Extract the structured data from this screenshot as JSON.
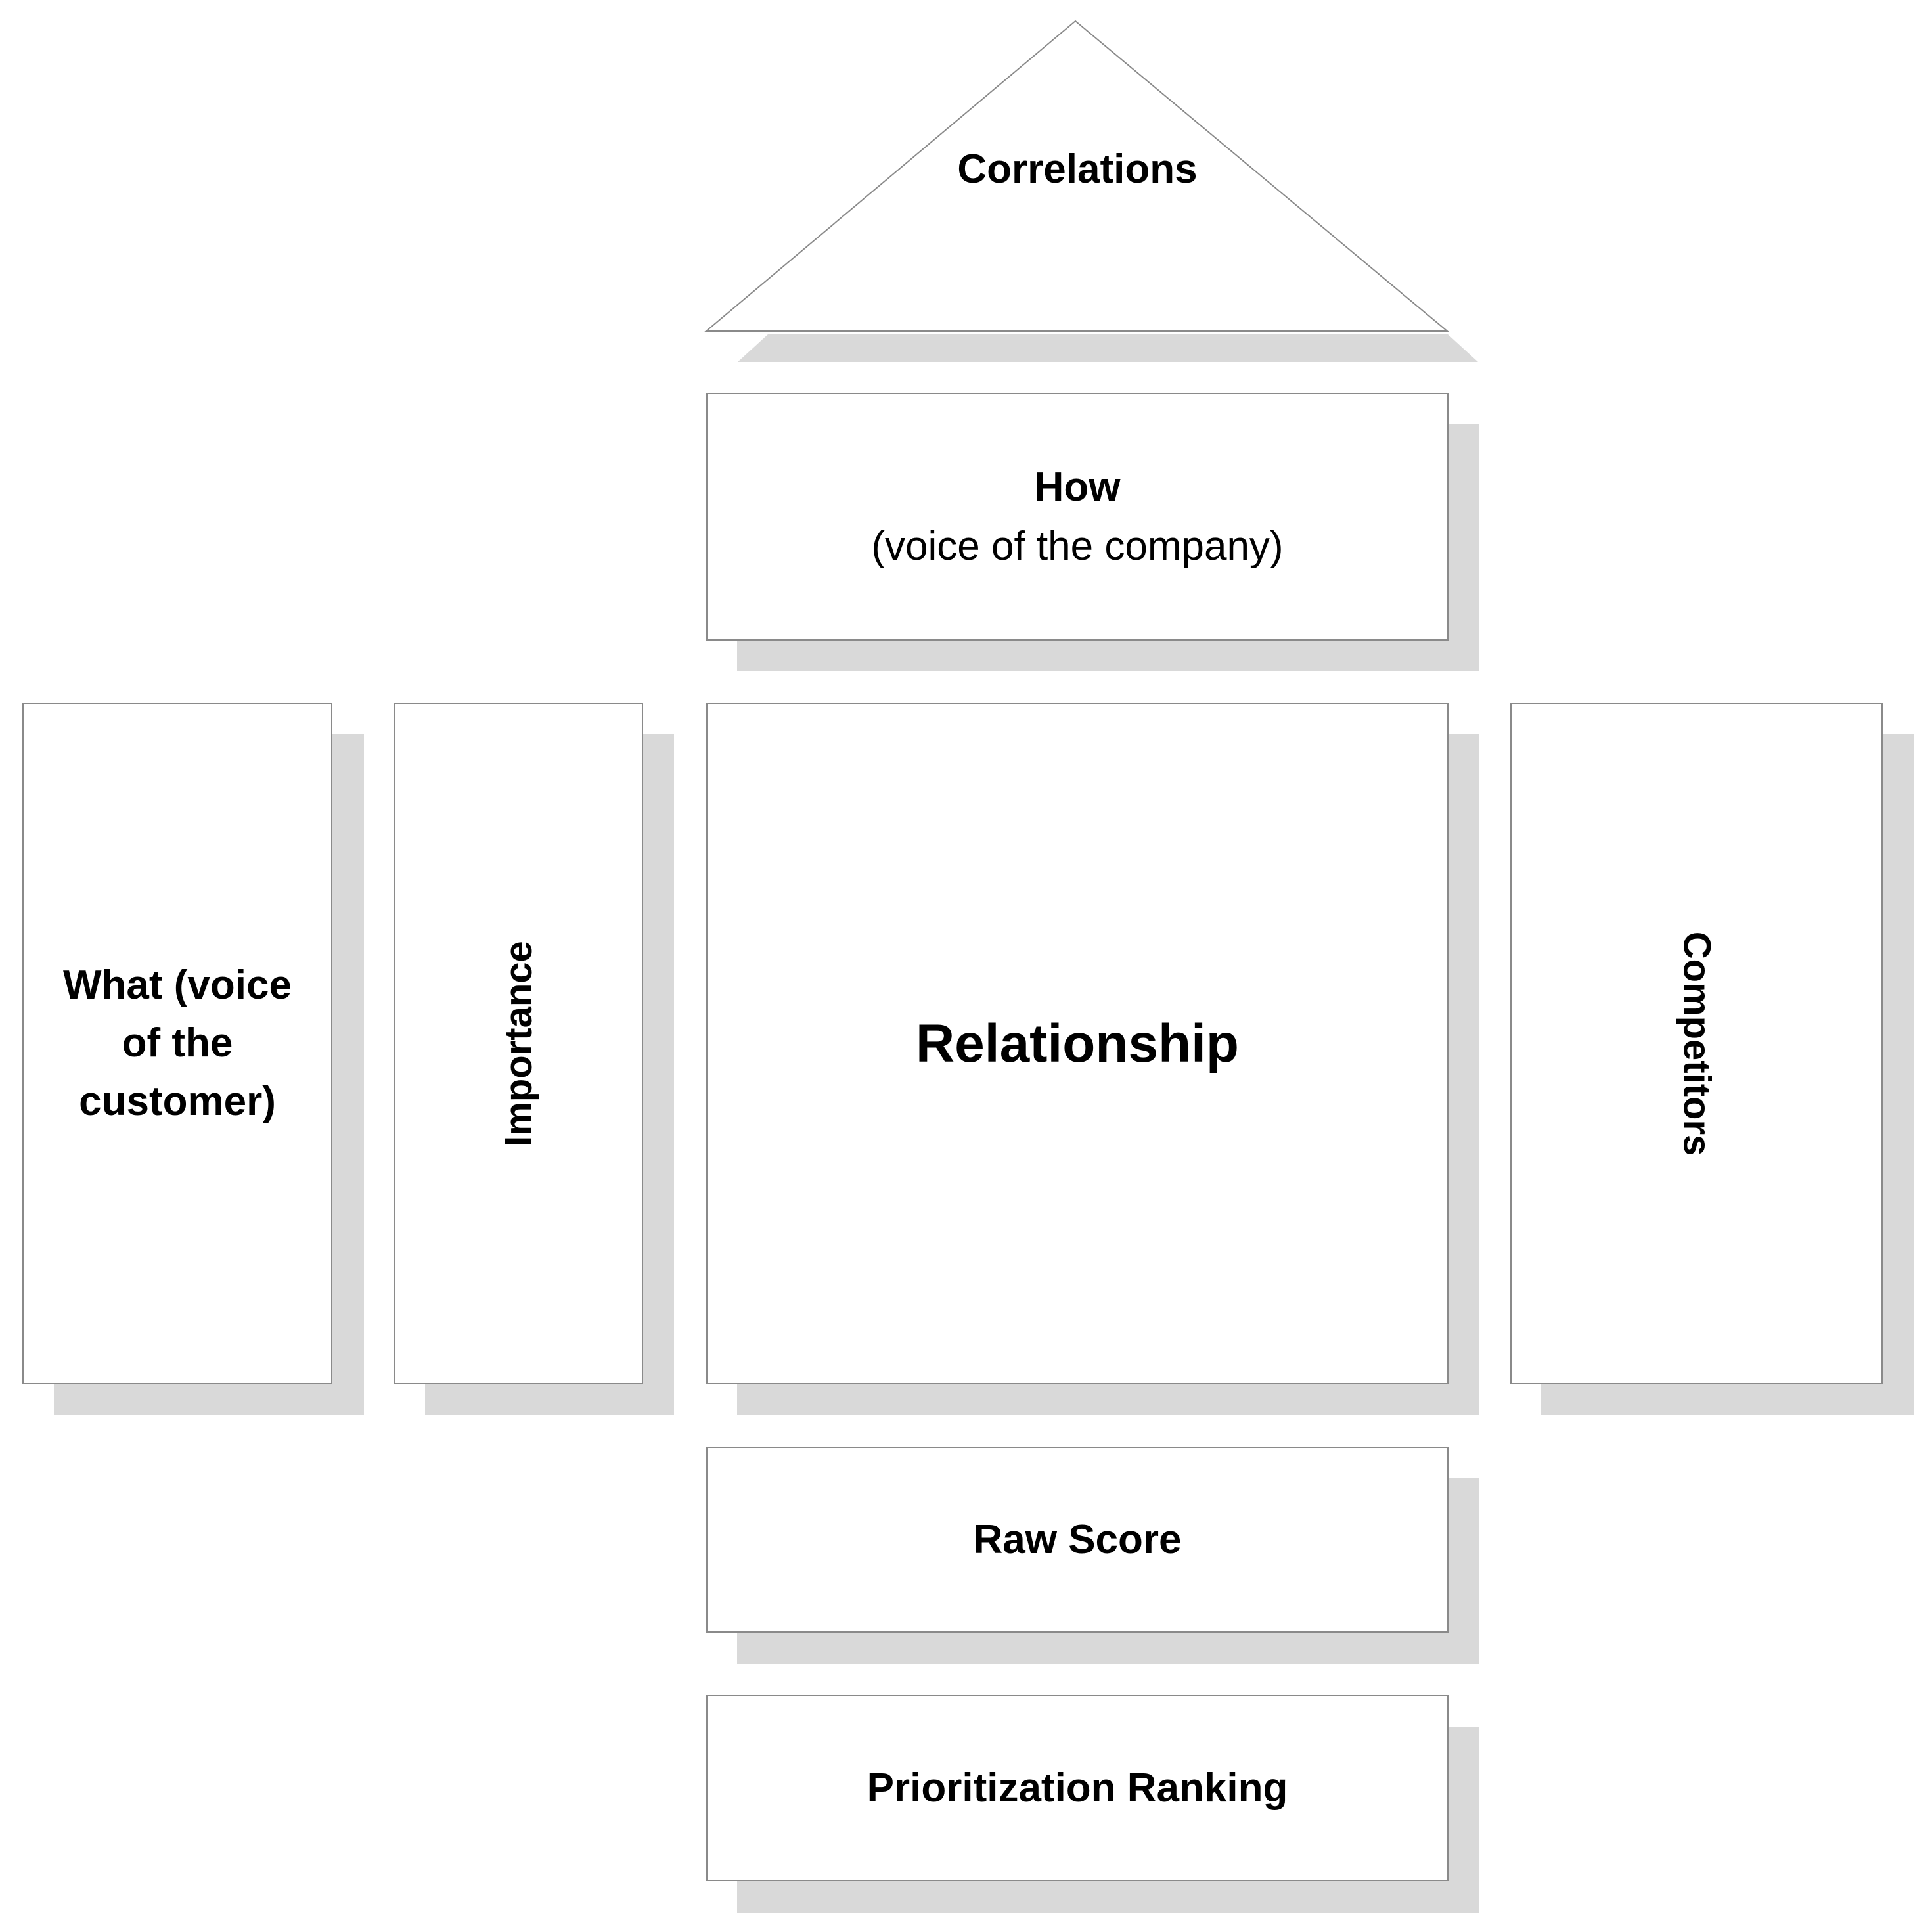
{
  "roof": {
    "label": "Correlations"
  },
  "how": {
    "title": "How",
    "subtitle": "(voice of the company)"
  },
  "what": {
    "text": "What (voice of the customer)"
  },
  "importance": {
    "label": "Importance"
  },
  "relationship": {
    "label": "Relationship"
  },
  "competitors": {
    "label": "Competitors"
  },
  "raw_score": {
    "label": "Raw Score"
  },
  "prioritization": {
    "label": "Prioritization Ranking"
  },
  "colors": {
    "shadow": "#d9d9d9",
    "border": "#8a8a8a",
    "fill": "#ffffff"
  }
}
